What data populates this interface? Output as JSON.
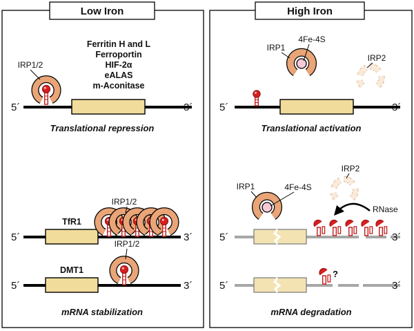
{
  "panels": {
    "left": {
      "header": "Low Iron"
    },
    "right": {
      "header": "High Iron"
    }
  },
  "labels": {
    "five_prime": "5´",
    "three_prime": "3´",
    "irp12": "IRP1/2",
    "irp1": "IRP1",
    "irp2": "IRP2",
    "fe4s": "4Fe-4S",
    "rnase": "RNase",
    "question": "?"
  },
  "genes": {
    "group": [
      "Ferritin H and L",
      "Ferroportin",
      "HIF-2α",
      "eALAS",
      "m-Aconitase"
    ],
    "tfr1": "TfR1",
    "dmt1": "DMT1"
  },
  "captions": {
    "trans_repression": "Translational repression",
    "trans_activation": "Translational activation",
    "mrna_stabilization": "mRNA stabilization",
    "mrna_degradation": "mRNA degradation"
  },
  "colors": {
    "irp_fill": "#e9a577",
    "ire_red": "#d61f1f",
    "cds_fill": "#f1dc9c",
    "irp2_faded": "#f7dcc0",
    "line_gray": "#a6a6a6"
  }
}
